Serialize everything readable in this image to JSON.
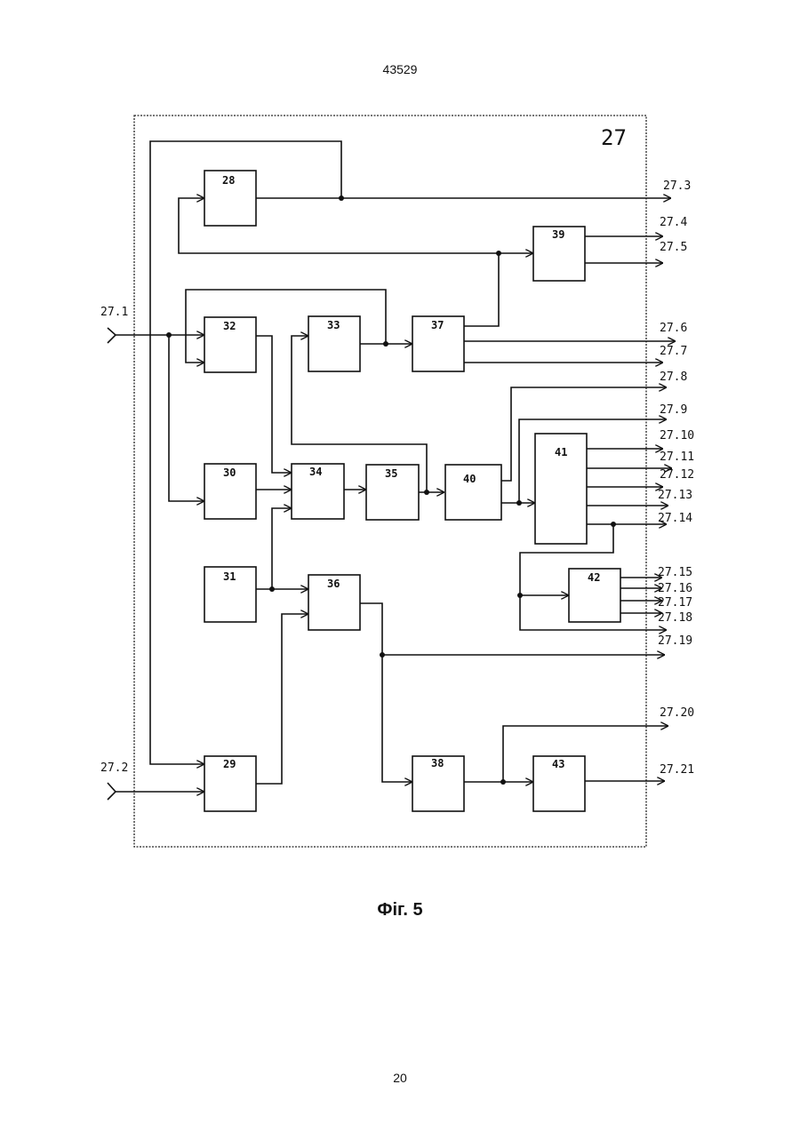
{
  "header": {
    "doc_number": "43529"
  },
  "caption": {
    "figure": "Фіг. 5"
  },
  "footer": {
    "page_number": "20"
  },
  "diagram": {
    "frame_label": "27",
    "blocks": [
      "28",
      "29",
      "30",
      "31",
      "32",
      "33",
      "34",
      "35",
      "36",
      "37",
      "38",
      "39",
      "40",
      "41",
      "42",
      "43"
    ],
    "inputs": [
      "27.1",
      "27.2"
    ],
    "outputs": [
      "27.3",
      "27.4",
      "27.5",
      "27.6",
      "27.7",
      "27.8",
      "27.9",
      "27.10",
      "27.11",
      "27.12",
      "27.13",
      "27.14",
      "27.15",
      "27.16",
      "27.17",
      "27.18",
      "27.19",
      "27.20",
      "27.21"
    ]
  }
}
